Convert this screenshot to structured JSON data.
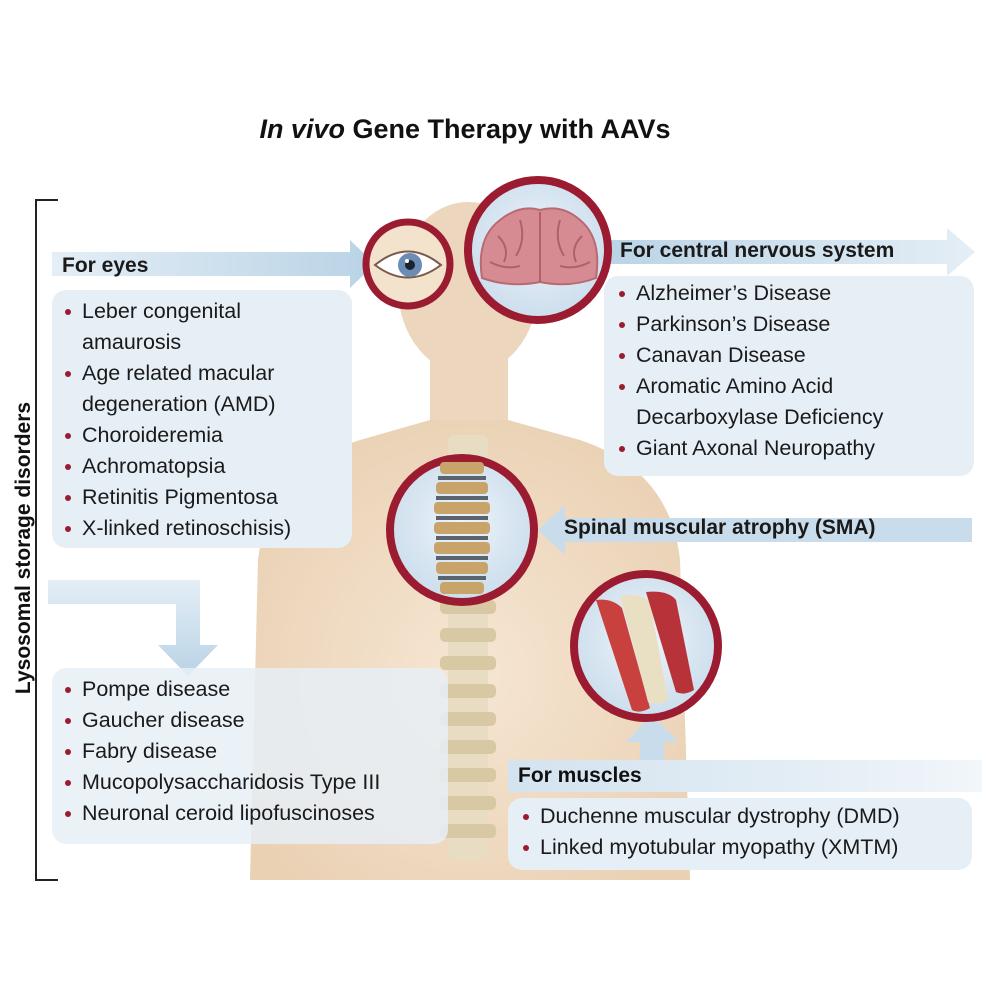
{
  "title_italic": "In vivo",
  "title_rest": " Gene Therapy with AAVs",
  "side_label": "Lysosomal storage disorders",
  "eyes": {
    "header": "For eyes",
    "items": [
      "Leber congenital",
      "amaurosis",
      "Age related macular",
      "degeneration (AMD)",
      "Choroideremia",
      "Achromatopsia",
      "Retinitis Pigmentosa",
      "X-linked retinoschisis)"
    ],
    "bullets": [
      true,
      false,
      true,
      false,
      true,
      true,
      true,
      true
    ]
  },
  "cns": {
    "header": "For central nervous system",
    "items": [
      "Alzheimer’s Disease",
      "Parkinson’s Disease",
      "Canavan Disease",
      "Aromatic Amino Acid",
      "Decarboxylase Deficiency",
      "Giant Axonal Neuropathy"
    ],
    "bullets": [
      true,
      true,
      true,
      true,
      false,
      true
    ]
  },
  "sma": {
    "header": "Spinal muscular atrophy (SMA)"
  },
  "lysosomal": {
    "items": [
      "Pompe disease",
      "Gaucher disease",
      "Fabry disease",
      "Mucopolysaccharidosis Type III",
      "Neuronal ceroid lipofuscinoses"
    ]
  },
  "muscles": {
    "header": "For muscles",
    "items": [
      "Duchenne muscular dystrophy (DMD)",
      "Linked myotubular myopathy (XMTM)"
    ]
  },
  "colors": {
    "ring": "#9b1b30",
    "body": "#f1dcc4",
    "panel": "#e6eff6",
    "arrow": "#c9dceb"
  },
  "icons": [
    "eye-icon",
    "brain-icon",
    "spine-icon",
    "muscle-icon",
    "human-silhouette"
  ]
}
